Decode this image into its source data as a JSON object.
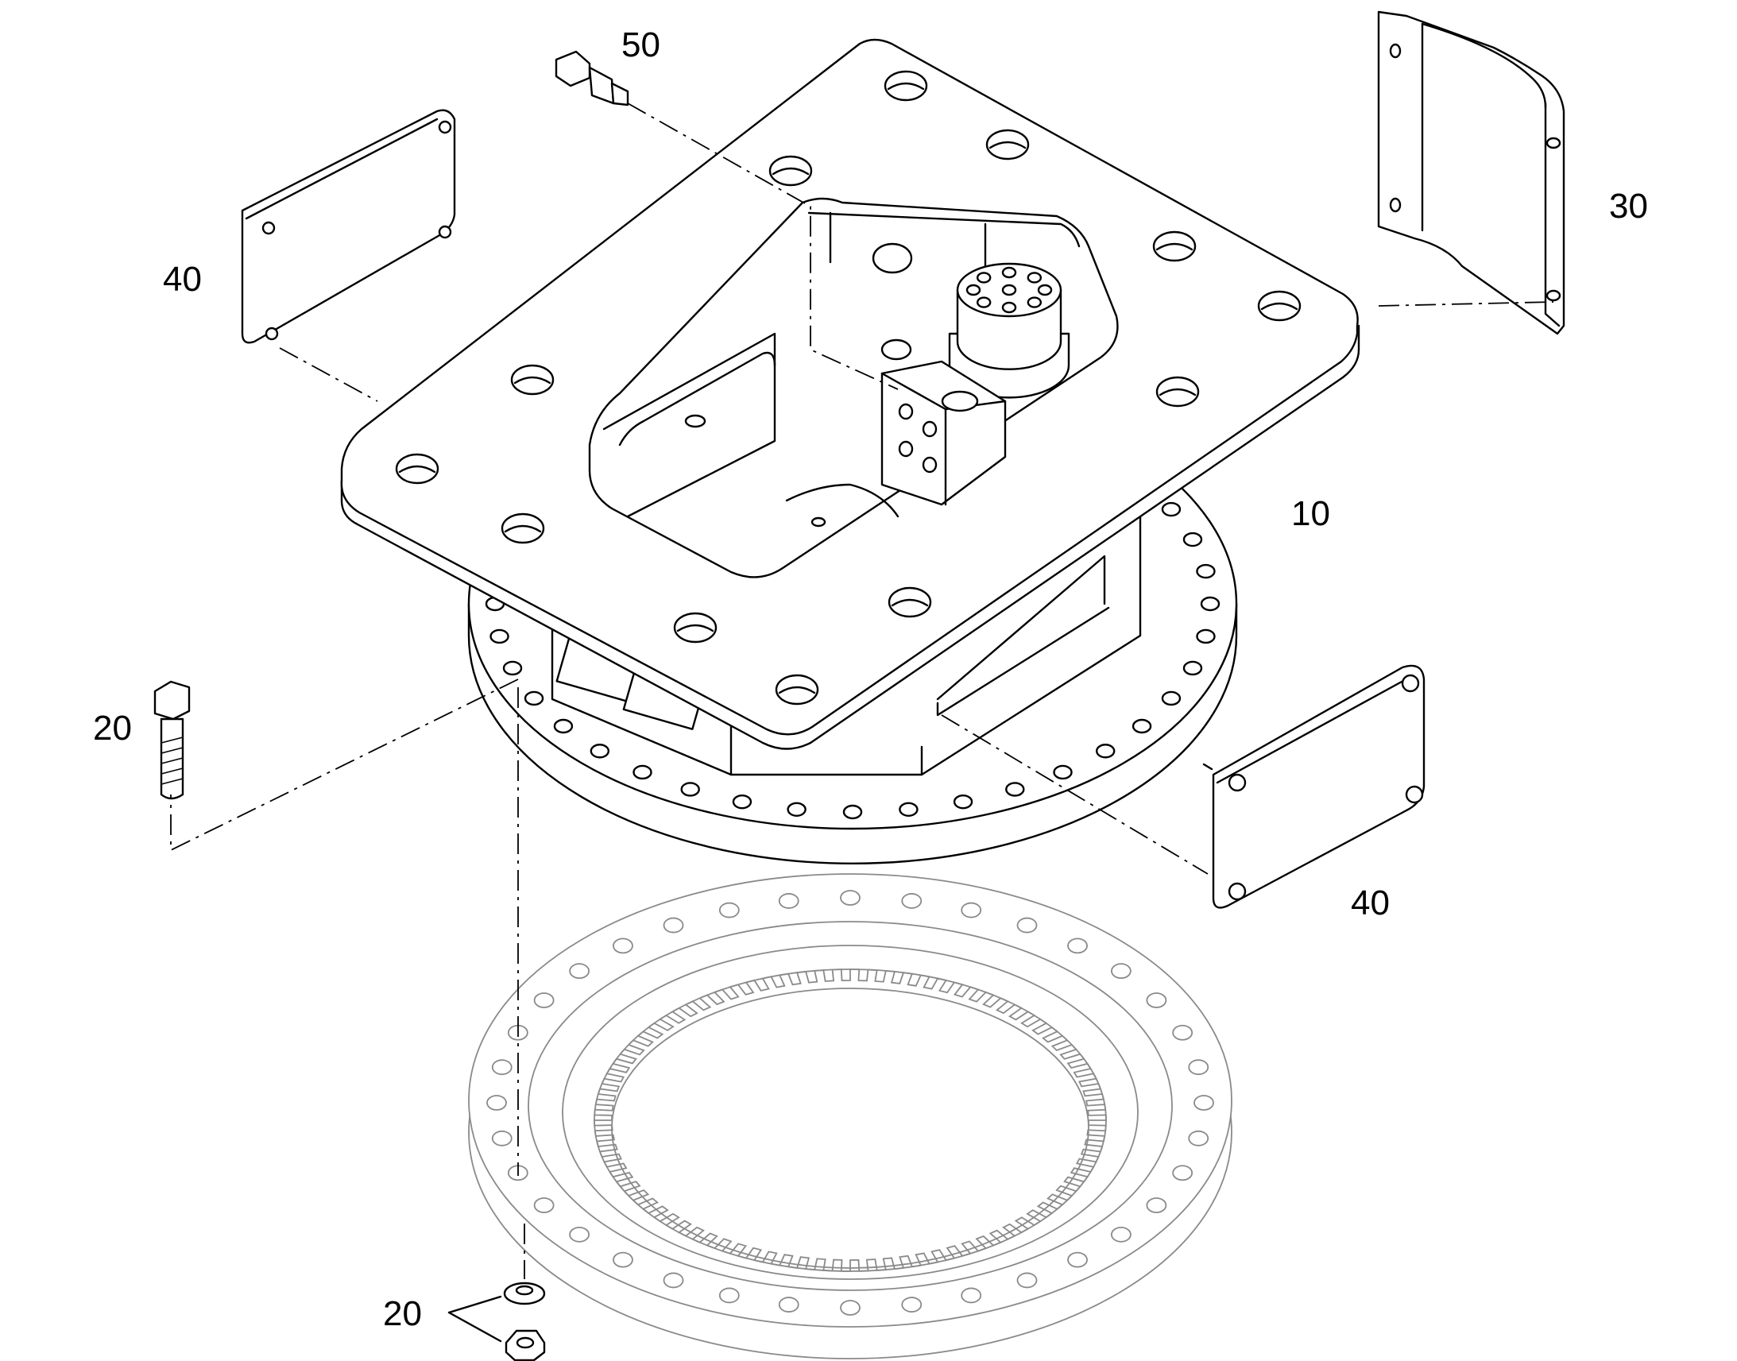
{
  "callouts": {
    "cover_top_left": "40",
    "cover_bottom_right": "40",
    "fitting": "50",
    "bracket": "30",
    "housing": "10",
    "bolt": "20",
    "washer_nut": "20"
  }
}
